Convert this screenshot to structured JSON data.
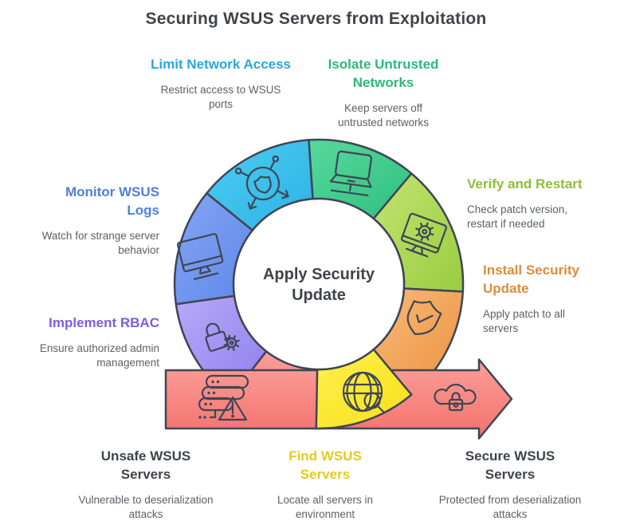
{
  "title": "Securing WSUS Servers from Exploitation",
  "center_label": "Apply Security Update",
  "outline": {
    "color": "#3f4656"
  },
  "background": "#ffffff",
  "text": {
    "title_color": "#3f444b",
    "body_color": "#5d6166"
  },
  "steps": [
    {
      "heading": "Limit Network Access",
      "description": "Restrict access to WSUS ports",
      "heading_color": "#29a8d8",
      "color": "#2cb2e4",
      "color_light": "#4fcdf2",
      "icon": "shield-network-icon"
    },
    {
      "heading": "Isolate Untrusted Networks",
      "description": "Keep servers off untrusted networks",
      "heading_color": "#2eb87a",
      "color": "#2fc081",
      "color_light": "#58d89c",
      "icon": "laptop-icon"
    },
    {
      "heading": "Verify and Restart",
      "description": "Check patch version, restart if needed",
      "heading_color": "#8fbe3a",
      "color": "#99cd41",
      "color_light": "#c3e46f",
      "icon": "monitor-gear-icon"
    },
    {
      "heading": "Install Security Update",
      "description": "Apply patch to all servers",
      "heading_color": "#dd8c3e",
      "color": "#ec9140",
      "color_light": "#f8ba78",
      "icon": "shield-check-icon"
    },
    {
      "heading": "Find WSUS Servers",
      "description": "Locate all servers in environment",
      "heading_color": "#e2cb1f",
      "color": "#f7e018",
      "color_light": "#fff04f",
      "icon": "globe-search-icon"
    },
    {
      "heading": "Unsafe WSUS Servers",
      "description": "Vulnerable to deserialization attacks",
      "heading_color": "#3f444c",
      "color": "#f4716d",
      "color_light": "#fb9f99",
      "icon": "server-alert-icon"
    },
    {
      "heading": "Secure WSUS Servers",
      "description": "Protected from deserialization attacks",
      "heading_color": "#3f444c",
      "color": "#f4716d",
      "color_light": "#fb9f99",
      "icon": "cloud-lock-icon"
    },
    {
      "heading": "Implement RBAC",
      "description": "Ensure authorized admin management",
      "heading_color": "#7a5fd9",
      "color": "#8f7eee",
      "color_light": "#b7aaf7",
      "icon": "lock-gear-icon"
    },
    {
      "heading": "Monitor WSUS Logs",
      "description": "Watch for strange server behavior",
      "heading_color": "#4f7fd9",
      "color": "#5d87e9",
      "color_light": "#86a6f4",
      "icon": "monitor-icon"
    }
  ]
}
